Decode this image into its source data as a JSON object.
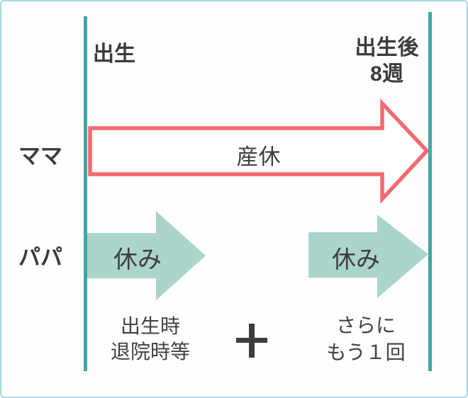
{
  "diagram": {
    "timeline": {
      "birth_label": "出生",
      "after_birth_label_line1": "出生後",
      "after_birth_label_line2": "8週"
    },
    "mama_row": {
      "label": "ママ",
      "arrow_label": "産休"
    },
    "papa_row": {
      "label": "パパ",
      "first_arrow_label": "休み",
      "second_arrow_label": "休み",
      "first_caption_line1": "出生時",
      "first_caption_line2": "退院時等",
      "second_caption_line1": "さらに",
      "second_caption_line2": "もう１回"
    },
    "icons": {
      "plus": "plus-icon"
    },
    "colors": {
      "frame_border": "#A9D8E2",
      "timeline_line": "#3FA7A3",
      "mama_arrow_stroke": "#F4696F",
      "mama_arrow_fill": "#FFFFFF",
      "papa_arrow_fill": "#ABD4CC",
      "text_dark": "#3C3C3C",
      "plus_sign": "#3D3D3D"
    }
  }
}
